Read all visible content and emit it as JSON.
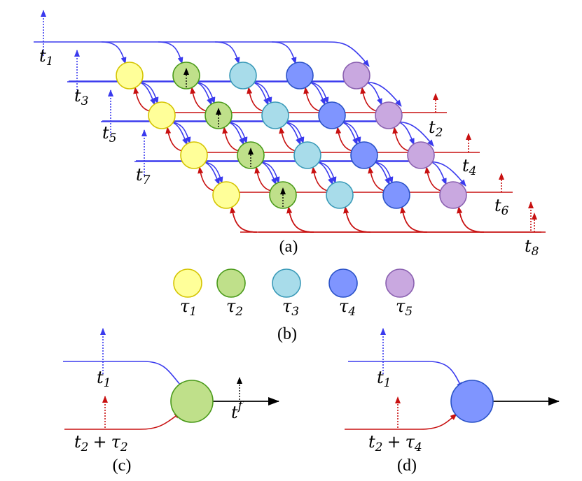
{
  "panel_a": {
    "caption": "(a)",
    "input_labels": [
      {
        "base": "t",
        "sub": "1"
      },
      {
        "base": "t",
        "sub": "3"
      },
      {
        "base": "t",
        "sub": "5"
      },
      {
        "base": "t",
        "sub": "7"
      }
    ],
    "output_labels": [
      {
        "base": "t",
        "sub": "2"
      },
      {
        "base": "t",
        "sub": "4"
      },
      {
        "base": "t",
        "sub": "6"
      },
      {
        "base": "t",
        "sub": "8"
      }
    ]
  },
  "panel_b": {
    "caption": "(b)",
    "legend": [
      {
        "base": "τ",
        "sub": "1",
        "fill": "#ffff99",
        "stroke": "#d4c400"
      },
      {
        "base": "τ",
        "sub": "2",
        "fill": "#bfe08a",
        "stroke": "#4a9a1a"
      },
      {
        "base": "τ",
        "sub": "3",
        "fill": "#a8dcea",
        "stroke": "#3a9ab8"
      },
      {
        "base": "τ",
        "sub": "4",
        "fill": "#7f95ff",
        "stroke": "#2a52c8"
      },
      {
        "base": "τ",
        "sub": "5",
        "fill": "#c9a8e0",
        "stroke": "#8a60b0"
      }
    ]
  },
  "panel_c": {
    "caption": "(c)",
    "input_label": {
      "base": "t",
      "sub": "1"
    },
    "output_label_base": "t",
    "output_label_sup": "f",
    "sum_label": {
      "base": "t",
      "sub": "2",
      "plus": "+",
      "tau": "τ",
      "tau_sub": "2"
    }
  },
  "panel_d": {
    "caption": "(d)",
    "input_label": {
      "base": "t",
      "sub": "1"
    },
    "sum_label": {
      "base": "t",
      "sub": "2",
      "plus": "+",
      "tau": "τ",
      "tau_sub": "4"
    }
  },
  "colors": {
    "blue": "#3a3aee",
    "red": "#c81010",
    "black": "#000000"
  }
}
